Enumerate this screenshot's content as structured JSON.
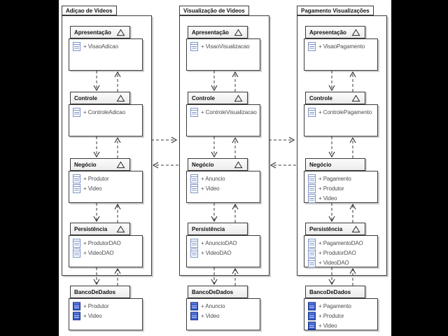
{
  "colors": {
    "background": "#000000",
    "paper": "#ffffff",
    "line": "#3a3a3a",
    "db_icon_blue": "#2e52c9",
    "class_icon_blue": "#7d93c4"
  },
  "icons": {
    "package_marker": "triangle-icon",
    "class_member": "class-icon",
    "db_member": "table-icon"
  },
  "columns": [
    {
      "title": "Adiçao de Videos",
      "packages": [
        {
          "name": "Apresentação",
          "members": [
            "+ VisaoAdicao"
          ]
        },
        {
          "name": "Controle",
          "members": [
            "+ ControleAdicao"
          ]
        },
        {
          "name": "Negócio",
          "members": [
            "+ Produtor",
            "+ Video"
          ]
        },
        {
          "name": "Persistência",
          "members": [
            "+ ProdutorDAO",
            "+ VideoDAO"
          ]
        }
      ],
      "database": {
        "name": "BancoDeDados",
        "members": [
          "+ Produtor",
          "+ Video"
        ]
      }
    },
    {
      "title": "Visualização de Videos",
      "packages": [
        {
          "name": "Apresentação",
          "members": [
            "+ VisaoVisualizacao"
          ]
        },
        {
          "name": "Controle",
          "members": [
            "+ ControleVisualizacao"
          ]
        },
        {
          "name": "Negócio",
          "members": [
            "+ Anuncio",
            "+ Video"
          ]
        },
        {
          "name": "Persistência",
          "members": [
            "+ AnuncioDAO",
            "+ VideoDAO"
          ]
        }
      ],
      "database": {
        "name": "BancoDeDados",
        "members": [
          "+ Anuncio",
          "+ Video"
        ]
      }
    },
    {
      "title": "Pagamento Visualizações",
      "packages": [
        {
          "name": "Apresentação",
          "members": [
            "+ VisaoPagamento"
          ]
        },
        {
          "name": "Controle",
          "members": [
            "+ ControlePagamento"
          ]
        },
        {
          "name": "Negócio",
          "members": [
            "+ Pagamento",
            "+ Produtor",
            "+ Video"
          ]
        },
        {
          "name": "Persistência",
          "members": [
            "+ PagamentoDAO",
            "+ ProdutorDAO",
            "+ VideoDAO"
          ]
        }
      ],
      "database": {
        "name": "BancoDeDados",
        "members": [
          "+ Pagamento",
          "+ Produtor",
          "+ Video"
        ]
      }
    }
  ]
}
